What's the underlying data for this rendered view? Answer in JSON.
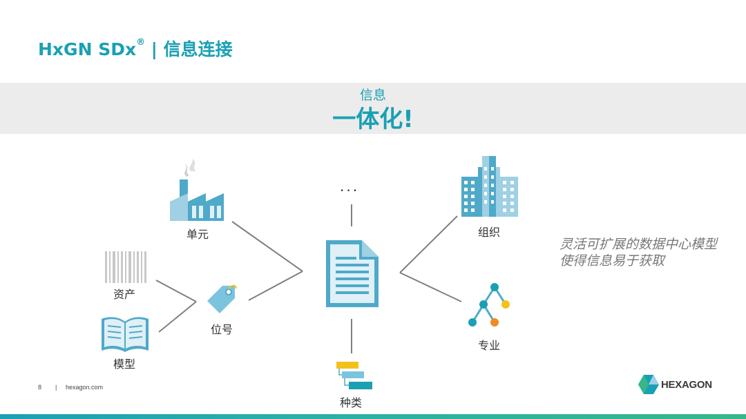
{
  "header": {
    "title_prefix": "HxGN SDx",
    "registered": "®",
    "title_suffix": " | 信息连接"
  },
  "banner": {
    "subtitle": "信息",
    "headline": "一体化!"
  },
  "diagram": {
    "top_ellipsis": "...",
    "nodes": {
      "unit": "单元",
      "asset": "资产",
      "model": "模型",
      "tag": "位号",
      "organization": "组织",
      "discipline": "专业",
      "category": "种类"
    }
  },
  "note": {
    "line1": "灵活可扩展的数据中心模型",
    "line2": "使得信息易于获取"
  },
  "footer": {
    "page": "8",
    "separator": "|",
    "site": "hexagon.com",
    "brand": "HEXAGON"
  },
  "colors": {
    "accent": "#1aa0b4",
    "icon_blue": "#4fa9c9",
    "icon_light": "#9fd0e3",
    "yellow": "#f2c21b",
    "orange": "#f08a24",
    "line": "#7f7f7f"
  }
}
